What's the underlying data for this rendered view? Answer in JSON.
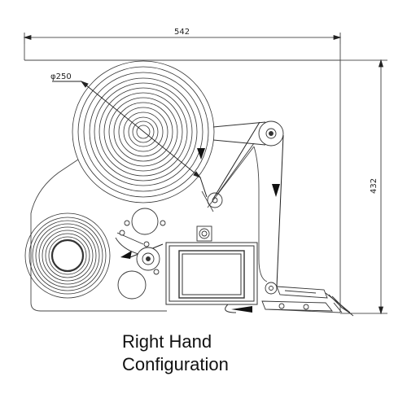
{
  "drawing": {
    "dimensions": {
      "width_label": "542",
      "height_label": "432",
      "diameter_label": "φ250"
    }
  },
  "caption": {
    "line1": "Right Hand",
    "line2": "Configuration"
  }
}
